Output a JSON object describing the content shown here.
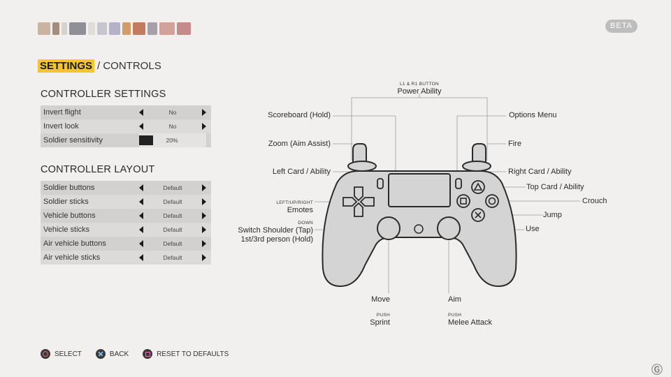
{
  "header": {
    "beta_label": "BETA",
    "breadcrumb_active": "SETTINGS",
    "breadcrumb_sep": "/ CONTROLS"
  },
  "controller_settings": {
    "title": "CONTROLLER SETTINGS",
    "rows": [
      {
        "label": "Invert flight",
        "value": "No"
      },
      {
        "label": "Invert look",
        "value": "No"
      },
      {
        "label": "Soldier sensitivity",
        "value": "20%"
      }
    ]
  },
  "controller_layout": {
    "title": "CONTROLLER LAYOUT",
    "rows": [
      {
        "label": "Soldier buttons",
        "value": "Default"
      },
      {
        "label": "Soldier sticks",
        "value": "Default"
      },
      {
        "label": "Vehicle buttons",
        "value": "Default"
      },
      {
        "label": "Vehicle sticks",
        "value": "Default"
      },
      {
        "label": "Air vehicle buttons",
        "value": "Default"
      },
      {
        "label": "Air vehicle sticks",
        "value": "Default"
      }
    ]
  },
  "diagram": {
    "l1r1_small": "L1 & R1 BUTTON",
    "l1r1": "Power Ability",
    "scoreboard": "Scoreboard (Hold)",
    "zoom": "Zoom (Aim Assist)",
    "left_card": "Left Card / Ability",
    "dpad_small": "LEFT/UP/RIGHT",
    "emotes": "Emotes",
    "down_small": "DOWN",
    "switch_shoulder": "Switch Shoulder (Tap)",
    "person_view": "1st/3rd person (Hold)",
    "options": "Options Menu",
    "fire": "Fire",
    "right_card": "Right Card / Ability",
    "top_card": "Top Card / Ability",
    "crouch": "Crouch",
    "jump": "Jump",
    "use": "Use",
    "move": "Move",
    "push_left_small": "PUSH",
    "sprint": "Sprint",
    "aim": "Aim",
    "push_right_small": "PUSH",
    "melee": "Melee Attack"
  },
  "footer": {
    "select": "SELECT",
    "back": "BACK",
    "reset": "RESET TO DEFAULTS"
  },
  "colors": {
    "accent": "#f5c531",
    "background": "#f1f0ee",
    "controller_fill": "#d4d4d4",
    "controller_stroke": "#2a2a2a"
  },
  "icons": {
    "select": "circle-button-icon",
    "back": "cross-button-icon",
    "reset": "square-button-icon"
  }
}
